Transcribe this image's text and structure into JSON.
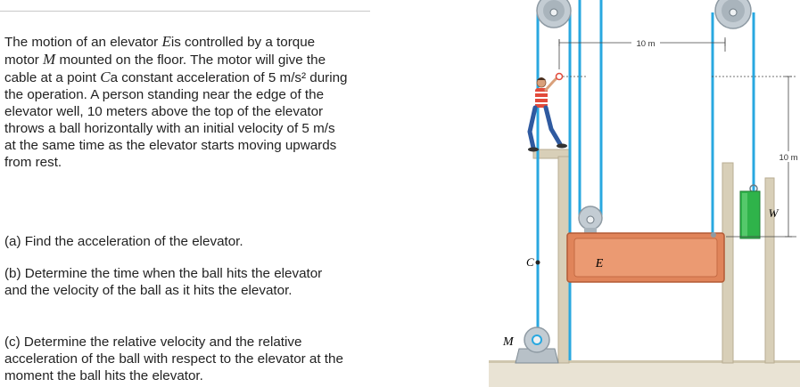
{
  "problem": {
    "intro": {
      "p1": "The motion of an elevator ",
      "var_e": "E",
      "p2": "is controlled by a torque motor ",
      "var_m": "M",
      "p3": " mounted on the floor. The motor will give the cable at a point ",
      "var_c": "C",
      "p4": "a constant acceleration of 5 m/s² during the operation. A person standing near the edge of the elevator well, 10 meters above the top of the elevator throws a ball horizontally with an initial velocity of 5 m/s at the same time as the elevator starts moving upwards from rest."
    },
    "qa": "(a) Find the acceleration of the elevator.",
    "qb": "(b) Determine the time when the ball hits the elevator and the velocity of the ball as it hits the elevator.",
    "qc": "(c) Determine the relative velocity and the relative acceleration of the ball with respect to the elevator at the moment the ball hits the elevator."
  },
  "figure": {
    "dim_horizontal": "10 m",
    "dim_vertical": "10 m",
    "label_c": "C",
    "label_e": "E",
    "label_m": "M",
    "label_w": "W",
    "colors": {
      "cable": "#29a8e0",
      "frame": "#d8cfb8",
      "elevator": "#e0845a",
      "counterweight": "#2fb34a",
      "pulley": "#a9b4bc"
    }
  }
}
